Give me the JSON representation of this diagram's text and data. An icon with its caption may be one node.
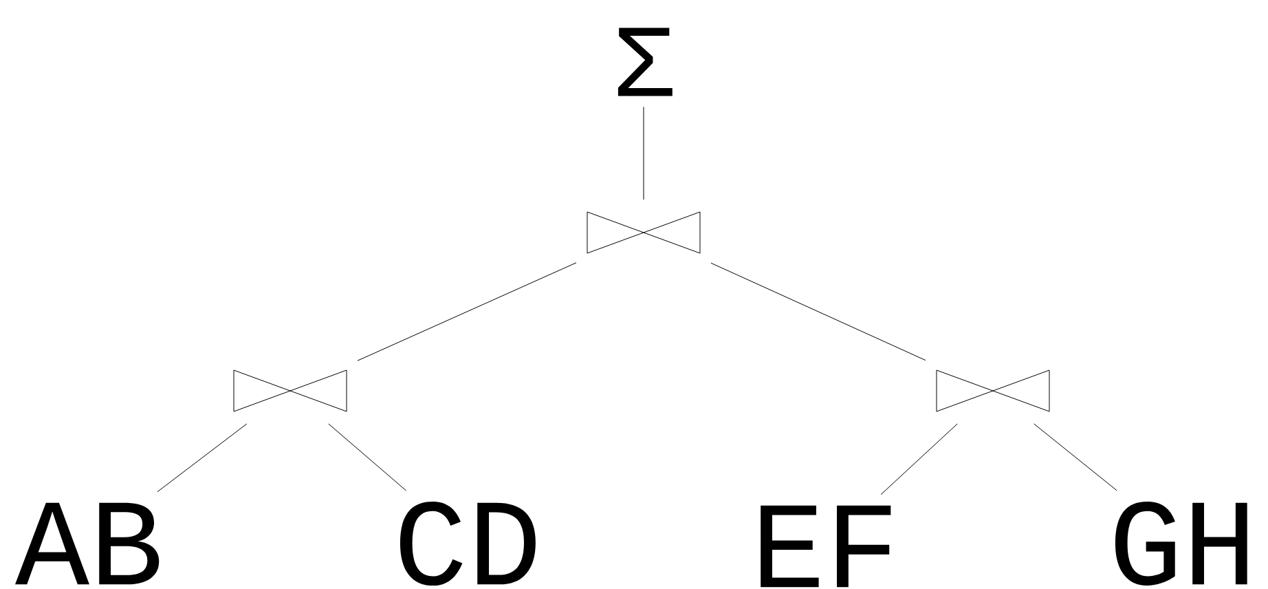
{
  "diagram": {
    "nodes": [
      {
        "text": [
          "Σ"
        ]
      },
      {
        "text": [],
        "shape": "bowtie"
      },
      {
        "text": [],
        "shape": "bowtie"
      },
      {
        "text": [],
        "shape": "bowtie"
      },
      {
        "text": [
          "AB"
        ]
      },
      {
        "text": [
          "CD"
        ]
      },
      {
        "text": [
          "EF"
        ]
      },
      {
        "text": [
          "GH"
        ]
      }
    ],
    "edges": [
      {
        "from": 0,
        "to": 1,
        "arrow": "none"
      },
      {
        "from": 1,
        "to": 2,
        "arrow": "none"
      },
      {
        "from": 1,
        "to": 3,
        "arrow": "none"
      },
      {
        "from": 2,
        "to": 4,
        "arrow": "none"
      },
      {
        "from": 2,
        "to": 5,
        "arrow": "none"
      },
      {
        "from": 3,
        "to": 6,
        "arrow": "none"
      },
      {
        "from": 3,
        "to": 7,
        "arrow": "none"
      }
    ]
  }
}
